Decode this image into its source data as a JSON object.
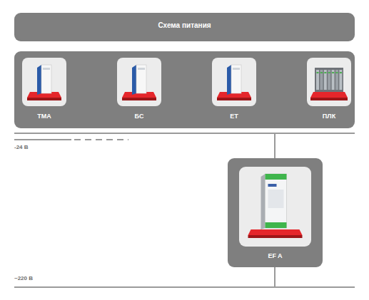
{
  "diagram": {
    "title": "Схема питания",
    "nodes": [
      {
        "text": [
          "ТМА"
        ]
      },
      {
        "text": [
          "БС"
        ]
      },
      {
        "text": [
          "ЕТ"
        ]
      },
      {
        "text": [
          "ПЛК"
        ]
      },
      {
        "text": [
          "EF A"
        ]
      }
    ],
    "labels": [
      "-24 В",
      "~220 В"
    ]
  }
}
